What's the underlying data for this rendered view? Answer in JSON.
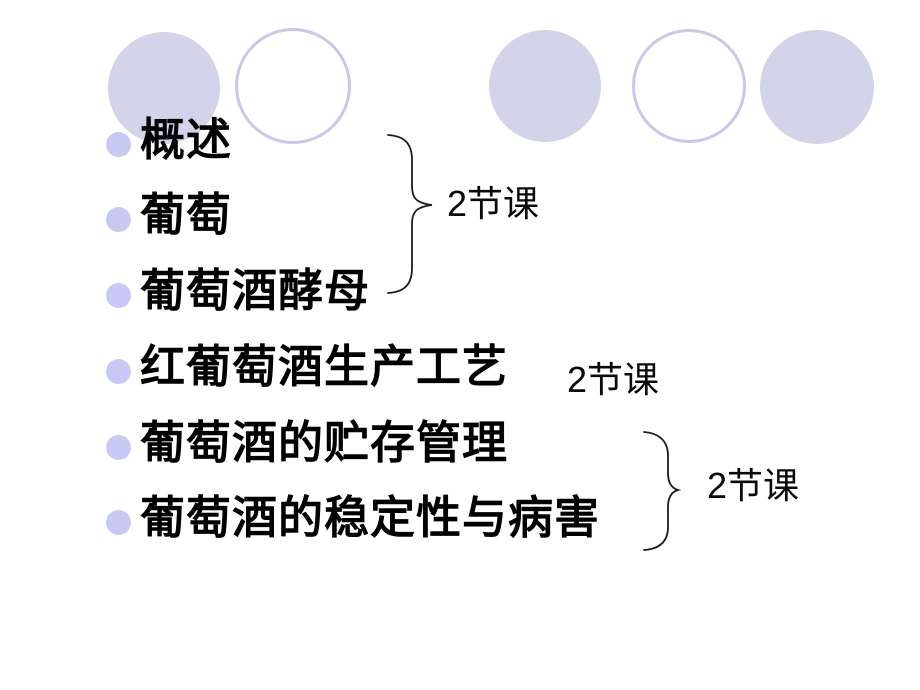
{
  "slide": {
    "type": "presentation-slide",
    "items": [
      {
        "text": "概述"
      },
      {
        "text": "葡萄"
      },
      {
        "text": "葡萄酒酵母"
      },
      {
        "text": "红葡萄酒生产工艺"
      },
      {
        "text": "葡萄酒的贮存管理"
      },
      {
        "text": "葡萄酒的稳定性与病害"
      }
    ],
    "annotations": [
      {
        "label": "2节课",
        "applies_to": "items 1-3",
        "brace": true
      },
      {
        "label": "2节课",
        "applies_to": "item 4",
        "brace": false
      },
      {
        "label": "2节课",
        "applies_to": "items 5-6",
        "brace": true
      }
    ],
    "colors": {
      "background": "#ffffff",
      "text": "#000000",
      "bullet": "#c7c9f4",
      "circle_fill": "#d3d3ea",
      "circle_outline": "#c9c9e6",
      "brace_stroke": "#1b1b1b"
    }
  }
}
